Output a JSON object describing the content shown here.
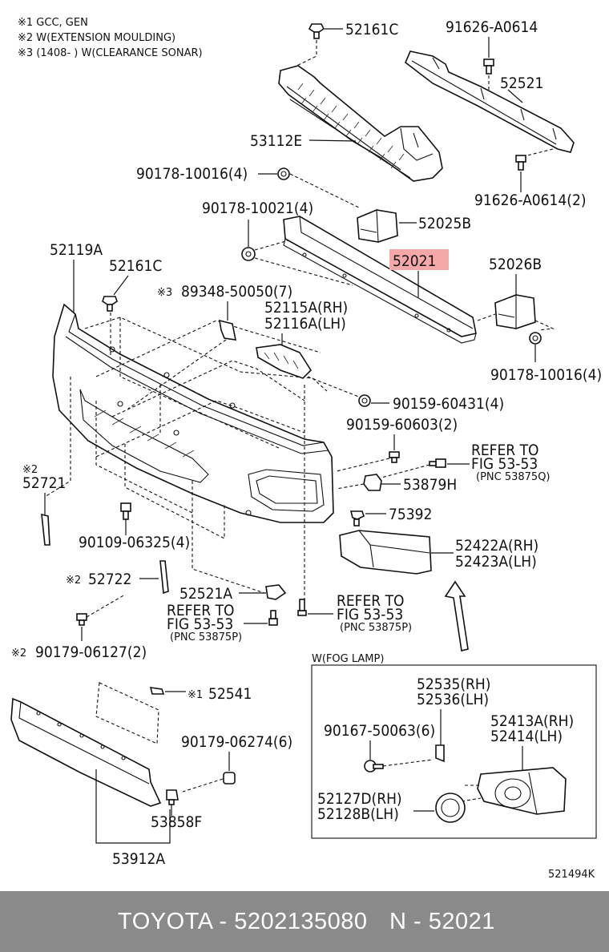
{
  "notes": [
    "※1 GCC, GEN",
    "※2 W(EXTENSION MOULDING)",
    "※3 (1408-        ) W(CLEARANCE SONAR)"
  ],
  "callouts": {
    "c52161C_top": "52161C",
    "c91626_top": "91626-A0614",
    "c52521": "52521",
    "c53112E": "53112E",
    "c90178_10016_a": "90178-10016(4)",
    "c91626_bot": "91626-A0614(2)",
    "c90178_10021": "90178-10021(4)",
    "c52025B": "52025B",
    "c52119A": "52119A",
    "c52161C_mid": "52161C",
    "c52021": "52021",
    "c52026B": "52026B",
    "c89348_mark": "※3",
    "c89348": "89348-50050(7)",
    "c52115A": "52115A(RH)",
    "c52116A": "52116A(LH)",
    "c90178_10016_b": "90178-10016(4)",
    "c90159_60431": "90159-60431(4)",
    "c90159_60603": "90159-60603(2)",
    "ref1_a": "REFER TO",
    "ref1_b": "FIG 53-53",
    "ref1_c": "(PNC 53875Q)",
    "c53879H": "53879H",
    "c52721_mark": "※2",
    "c52721": "52721",
    "c75392": "75392",
    "c90109": "90109-06325(4)",
    "c52422A": "52422A(RH)",
    "c52423A": "52423A(LH)",
    "c52722_mark": "※2",
    "c52722": "52722",
    "c52521A": "52521A",
    "ref2_a": "REFER TO",
    "ref2_b": "FIG 53-53",
    "ref2_c": "(PNC 53875P)",
    "ref3_a": "REFER TO",
    "ref3_b": "FIG 53-53",
    "ref3_c": "(PNC 53875P)",
    "c90179_06127_mark": "※2",
    "c90179_06127": "90179-06127(2)",
    "c52541_mark": "※1",
    "c52541": "52541",
    "c90179_06274": "90179-06274(6)",
    "c53858F": "53858F",
    "c53912A": "53912A"
  },
  "fog_box": {
    "title": "W(FOG LAMP)",
    "c52535": "52535(RH)",
    "c52536": "52536(LH)",
    "c90167": "90167-50063(6)",
    "c52413A": "52413A(RH)",
    "c52414": "52414(LH)",
    "c52127D": "52127D(RH)",
    "c52128B": "52128B(LH)"
  },
  "diagram_code": "521494K",
  "highlight_color": "#f5a8a8",
  "footer": {
    "brand_text": "TOYOTA - 5202135080",
    "part_text": "N - 52021",
    "background": "#8a8a8a"
  }
}
